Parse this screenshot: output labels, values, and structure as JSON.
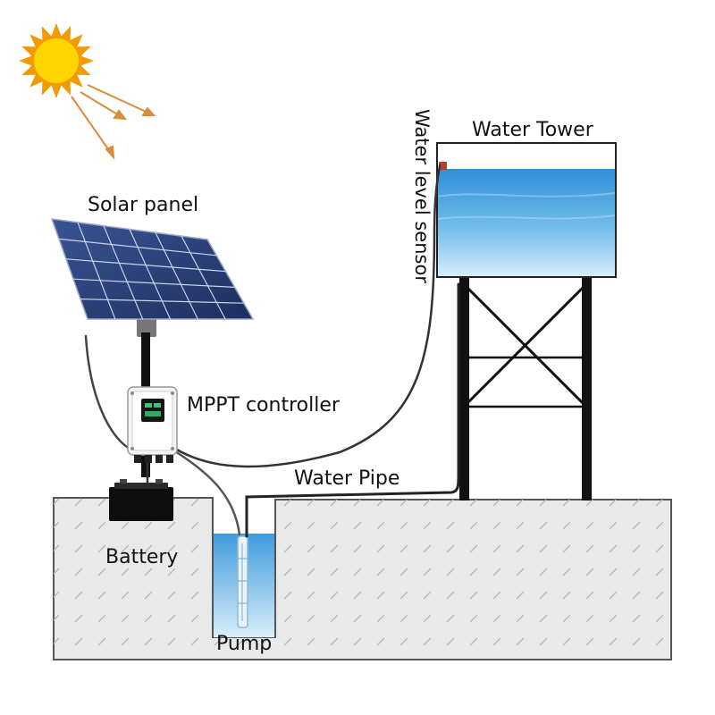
{
  "labels": {
    "solar_panel": "Solar panel",
    "water_tower": "Water Tower",
    "water_level_sensor": "Water level sensor",
    "mppt_controller": "MPPT controller",
    "water_pipe": "Water Pipe",
    "battery": "Battery",
    "pump": "Pump"
  },
  "colors": {
    "sun": "#FFD400",
    "sun_rays": "#F29A00",
    "sun_beams": "#D98C3A",
    "ground": "#E9E9E9",
    "water": "#4FA6E0",
    "panel": "#2B3F77",
    "structure": "#111111",
    "controller_screen": "#2ECC71"
  }
}
